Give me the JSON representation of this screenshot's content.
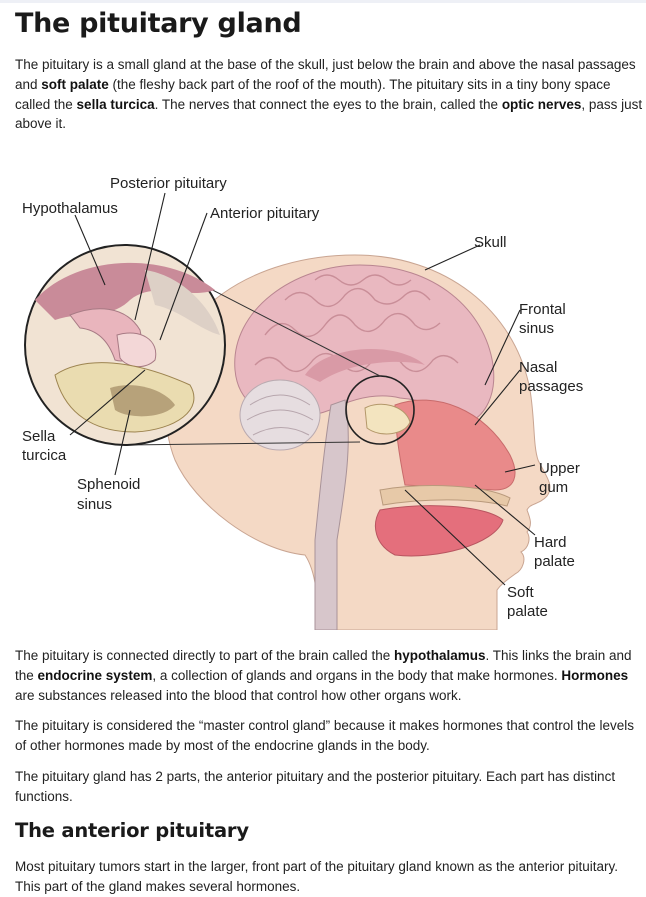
{
  "title": "The pituitary gland",
  "intro": {
    "t1": "The pituitary is a small gland at the base of the skull, just below the brain and above the nasal passages and ",
    "b1": "soft palate",
    "t2": " (the fleshy back part of the roof of the mouth). The pituitary sits in a tiny bony space called the ",
    "b2": "sella turcica",
    "t3": ". The nerves that connect the eyes to the brain, called the ",
    "b3": "optic nerves",
    "t4": ", pass just above it."
  },
  "figure": {
    "labels": {
      "posterior_pituitary": "Posterior pituitary",
      "hypothalamus": "Hypothalamus",
      "anterior_pituitary": "Anterior pituitary",
      "skull": "Skull",
      "frontal_sinus_1": "Frontal",
      "frontal_sinus_2": "sinus",
      "nasal_passages_1": "Nasal",
      "nasal_passages_2": "passages",
      "sella_turcica_1": "Sella",
      "sella_turcica_2": "turcica",
      "upper_gum_1": "Upper",
      "upper_gum_2": "gum",
      "sphenoid_sinus_1": "Sphenoid",
      "sphenoid_sinus_2": "sinus",
      "hard_palate_1": "Hard",
      "hard_palate_2": "palate",
      "soft_palate_1": "Soft",
      "soft_palate_2": "palate"
    }
  },
  "para2": {
    "t1": "The pituitary is connected directly to part of the brain called the ",
    "b1": "hypothalamus",
    "t2": ". This links the brain and the ",
    "b2": "endocrine system",
    "t3": ", a collection of glands and organs in the body that make hormones. ",
    "b3": "Hormones",
    "t4": " are substances released into the blood that control how other organs work."
  },
  "para3": "The pituitary is considered the “master control gland” because it makes hormones that control the levels of other hormones made by most of the endocrine glands in the body.",
  "para4": "The pituitary gland has 2 parts, the anterior pituitary and the posterior pituitary. Each part has distinct functions.",
  "subheading": "The anterior pituitary",
  "para5": "Most pituitary tumors start in the larger, front part of the pituitary gland known as the anterior pituitary. This part of the gland makes several hormones."
}
